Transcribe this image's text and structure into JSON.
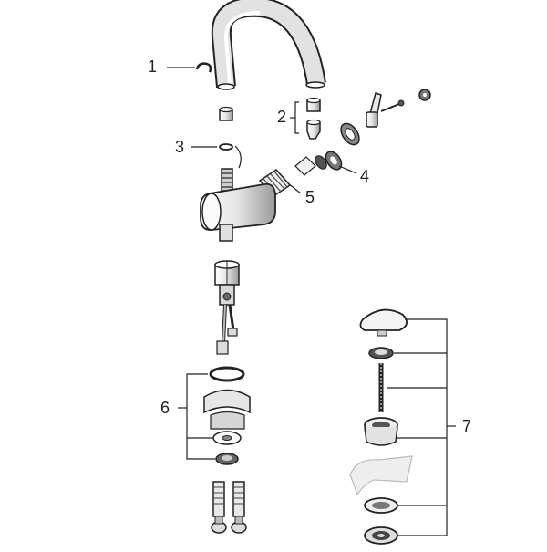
{
  "diagram": {
    "callouts": [
      "1",
      "2",
      "3",
      "4",
      "5",
      "6",
      "7"
    ],
    "colors": {
      "stroke": "#222222",
      "fill_light": "#eeeeee",
      "fill_mid": "#bbbbbb",
      "fill_dark": "#555555",
      "ghost": "#d6d6d6"
    }
  }
}
